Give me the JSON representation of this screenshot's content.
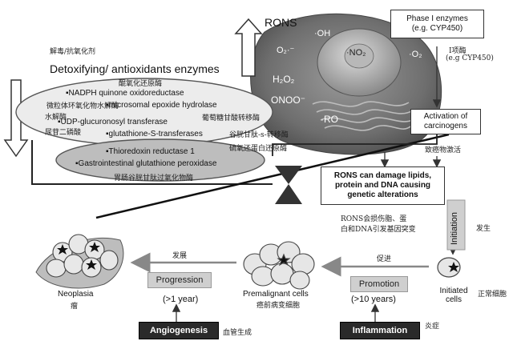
{
  "header": {
    "detox_cn": "解毒/抗氧化剂",
    "detox_en": "Detoxifying/ antioxidants enzymes",
    "rons": "RONS"
  },
  "cell_labels": {
    "oh": "·OH",
    "o2_left": "O₂·⁻",
    "no2": "·NO₂",
    "o2_right": "·O₂",
    "h2o2": "H₂O₂",
    "onoo": "ONOO⁻",
    "ro": "·RO"
  },
  "phase1": {
    "en_line1": "Phase I enzymes",
    "en_line2": "(e.g. CYP450)",
    "cn_line1": "I项酶",
    "cn_line2": "(e.g CYP450)"
  },
  "activation": {
    "line1": "Activation of",
    "line2": "carcinogens",
    "cn": "致癌物激活"
  },
  "rons_damage": {
    "line1": "RONS can damage lipids,",
    "line2": "protein and DNA causing",
    "line3": "genetic alterations",
    "cn_line1": "RONS会损伤脂、蛋",
    "cn_line2": "白和DNA引发基因突变"
  },
  "enzymes_top": [
    {
      "cn": "醌氧化还原酶",
      "en": "NADPH quinone oxidoreductase"
    },
    {
      "cn": "微粒体环氧化物水解酶",
      "en": "microsomal epoxide hydrolase"
    },
    {
      "cn": "葡萄糖甘酸转移酶",
      "en": "UDP-glucuronosyl transferase"
    },
    {
      "cn": "谷胱甘肽-s-转移酶",
      "en": "glutathione-S-transferases"
    }
  ],
  "enzymes_top_extra_cn": [
    "水解酶",
    "尿苷二磷酸"
  ],
  "enzymes_bottom": [
    {
      "cn": "硫氧还蛋白还原酶",
      "en": "Thioredoxin  reductase 1"
    },
    {
      "cn": "胃肠谷胱甘肽过氧化物酶",
      "en": "Gastrointestinal glutathione peroxidase"
    }
  ],
  "stages": {
    "initiation": "Initiation",
    "initiation_cn": "发生",
    "normal_cn": "正常细胞",
    "initiated_line1": "Initiated",
    "initiated_line2": "cells",
    "promotion": "Promotion",
    "promotion_cn": "促进",
    "promotion_time": "(>10 years)",
    "premalignant": "Premalignant cells",
    "premalignant_cn": "癌前病变细胞",
    "progression": "Progression",
    "progression_cn": "发展",
    "progression_time": "(>1 year)",
    "neoplasia": "Neoplasia",
    "neoplasia_cn": "瘤",
    "inflammation": "Inflammation",
    "inflammation_cn": "炎症",
    "angiogenesis": "Angiogenesis",
    "angiogenesis_cn": "血管生成"
  }
}
